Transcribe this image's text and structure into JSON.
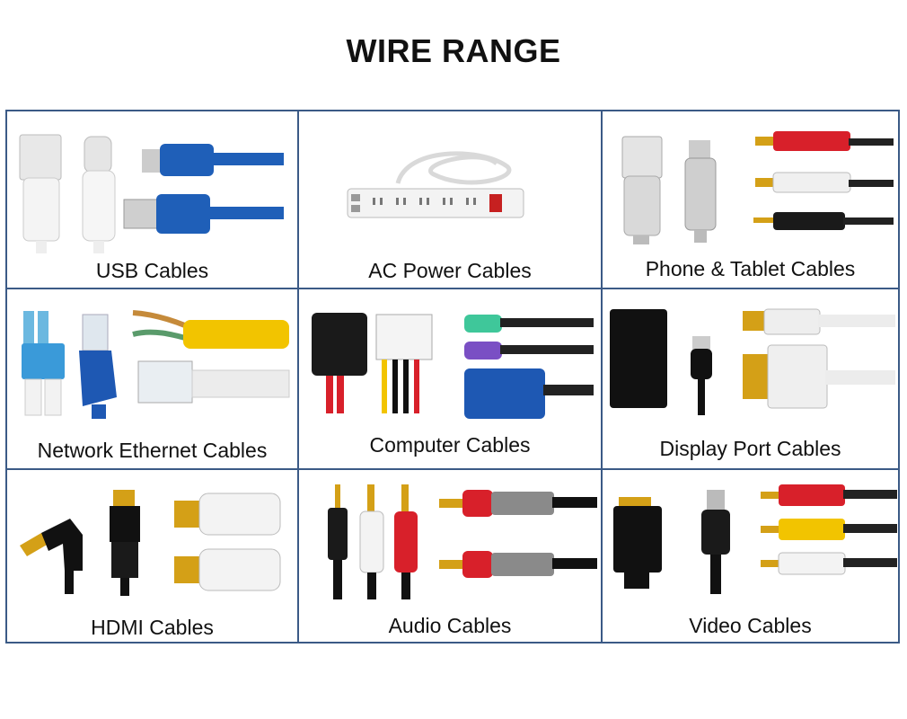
{
  "title": "WIRE RANGE",
  "cells": [
    {
      "label": "USB Cables",
      "icon": "usb-cable-icon"
    },
    {
      "label": "AC Power Cables",
      "icon": "power-strip-icon"
    },
    {
      "label": "Phone & Tablet Cables",
      "icon": "phone-cable-icon"
    },
    {
      "label": "Network Ethernet Cables",
      "icon": "ethernet-cable-icon"
    },
    {
      "label": "Computer Cables",
      "icon": "computer-cable-icon"
    },
    {
      "label": "Display Port Cables",
      "icon": "displayport-cable-icon"
    },
    {
      "label": "HDMI Cables",
      "icon": "hdmi-cable-icon"
    },
    {
      "label": "Audio Cables",
      "icon": "audio-cable-icon"
    },
    {
      "label": "Video Cables",
      "icon": "video-cable-icon"
    }
  ],
  "colors": {
    "border": "#3b5a86",
    "usb_blue": "#1f5fb8",
    "red": "#d8202a",
    "yellow": "#f2c400"
  }
}
